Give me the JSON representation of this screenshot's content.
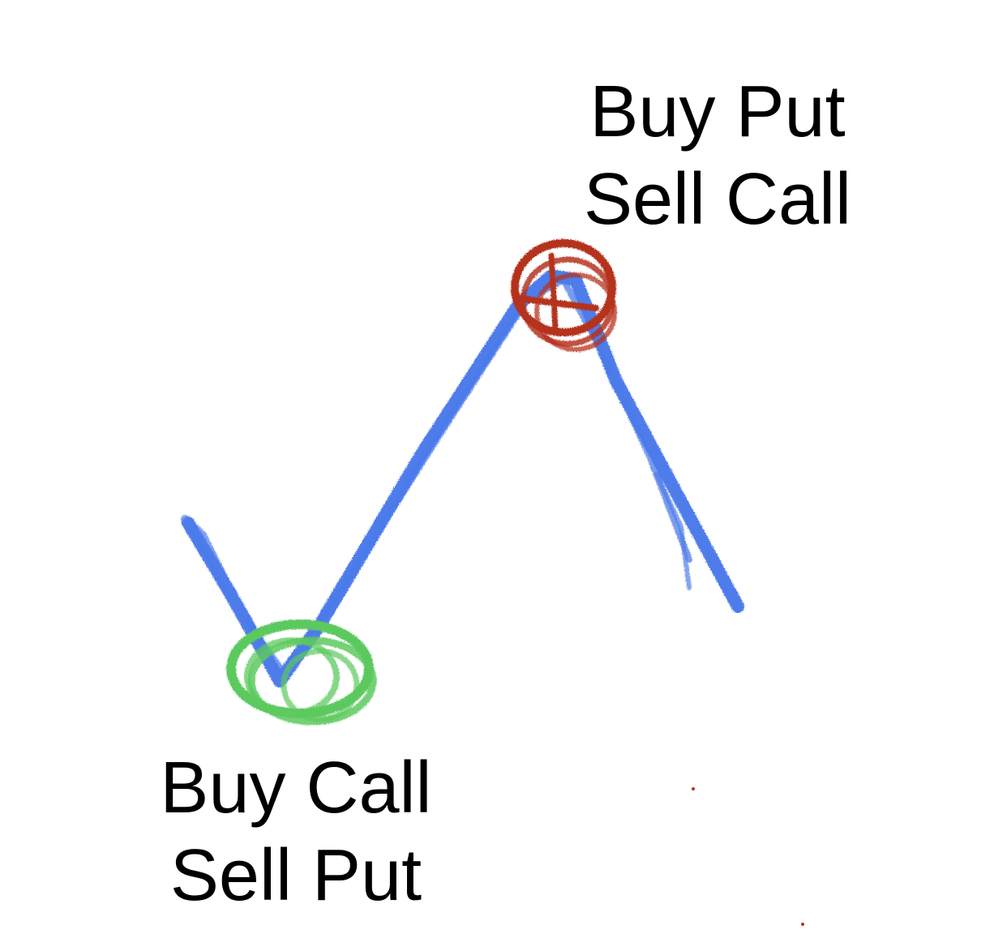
{
  "top_annotation": {
    "line1": "Buy Put",
    "line2": "Sell Call",
    "marker_color": "#b5321e"
  },
  "bottom_annotation": {
    "line1": "Buy Call",
    "line2": "Sell Put",
    "marker_color": "#5cc95e"
  },
  "price_line_color": "#3a6ee8",
  "background_color": "#ffffff"
}
